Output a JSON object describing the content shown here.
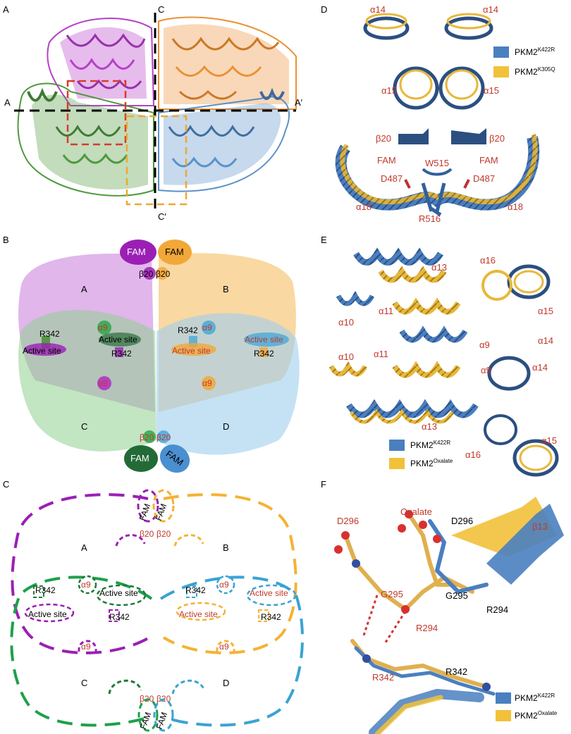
{
  "panels": {
    "A": {
      "letter": "A",
      "axis_left": "A",
      "axis_right": "A′",
      "axis_top": "C",
      "axis_bottom": "C′",
      "colors": {
        "A": "#b02cc4",
        "B": "#e9841f",
        "C": "#3d8f2a",
        "D": "#4a86c5",
        "box_red": "#d93a2a",
        "box_orange": "#f0a830"
      }
    },
    "B": {
      "letter": "B",
      "subunits": {
        "A": "A",
        "B": "B",
        "C": "C",
        "D": "D"
      },
      "fam": "FAM",
      "beta20": "β20",
      "alpha9": "α9",
      "r342": "R342",
      "active_site": "Active site",
      "colors": {
        "A": "#cf8fe0",
        "B": "#f7c77b",
        "C": "#8fd08f",
        "D": "#9fcfee"
      }
    },
    "C": {
      "letter": "C",
      "subunits": {
        "A": "A",
        "B": "B",
        "C": "C",
        "D": "D"
      },
      "fam": "FAM",
      "beta20": "β20",
      "alpha9": "α9",
      "r342": "R342",
      "active_site": "Active site",
      "colors": {
        "A": "#9b1fb4",
        "B": "#f5b233",
        "C": "#1ea04a",
        "D": "#3aa3d3"
      }
    },
    "D": {
      "letter": "D",
      "alpha14": "α14",
      "alpha15": "α15",
      "beta20": "β20",
      "fam": "FAM",
      "w515": "W515",
      "d487": "D487",
      "alpha18": "α18",
      "r516": "R516",
      "legend": [
        {
          "base": "PKM2",
          "sup": "K422R",
          "color": "#4a7fc0"
        },
        {
          "base": "PKM2",
          "sup": "K305Q",
          "color": "#f2c13a"
        }
      ]
    },
    "E": {
      "letter": "E",
      "alpha13": "α13",
      "alpha16": "α16",
      "alpha15": "α15",
      "alpha10": "α10",
      "alpha11": "α11",
      "alpha9": "α9",
      "alpha14": "α14",
      "legend": [
        {
          "base": "PKM2",
          "sup": "K422R",
          "color": "#4a7fc0"
        },
        {
          "base": "PKM2",
          "sup": "Oxalate",
          "color": "#f2c13a"
        }
      ]
    },
    "F": {
      "letter": "F",
      "d296": "D296",
      "oxalate": "Oxalate",
      "beta13": "β13",
      "g295": "G295",
      "r294": "R294",
      "r342": "R342",
      "legend": [
        {
          "base": "PKM2",
          "sup": "K422R",
          "color": "#4a7fc0"
        },
        {
          "base": "PKM2",
          "sup": "Oxalate",
          "color": "#f2c13a"
        }
      ]
    }
  }
}
